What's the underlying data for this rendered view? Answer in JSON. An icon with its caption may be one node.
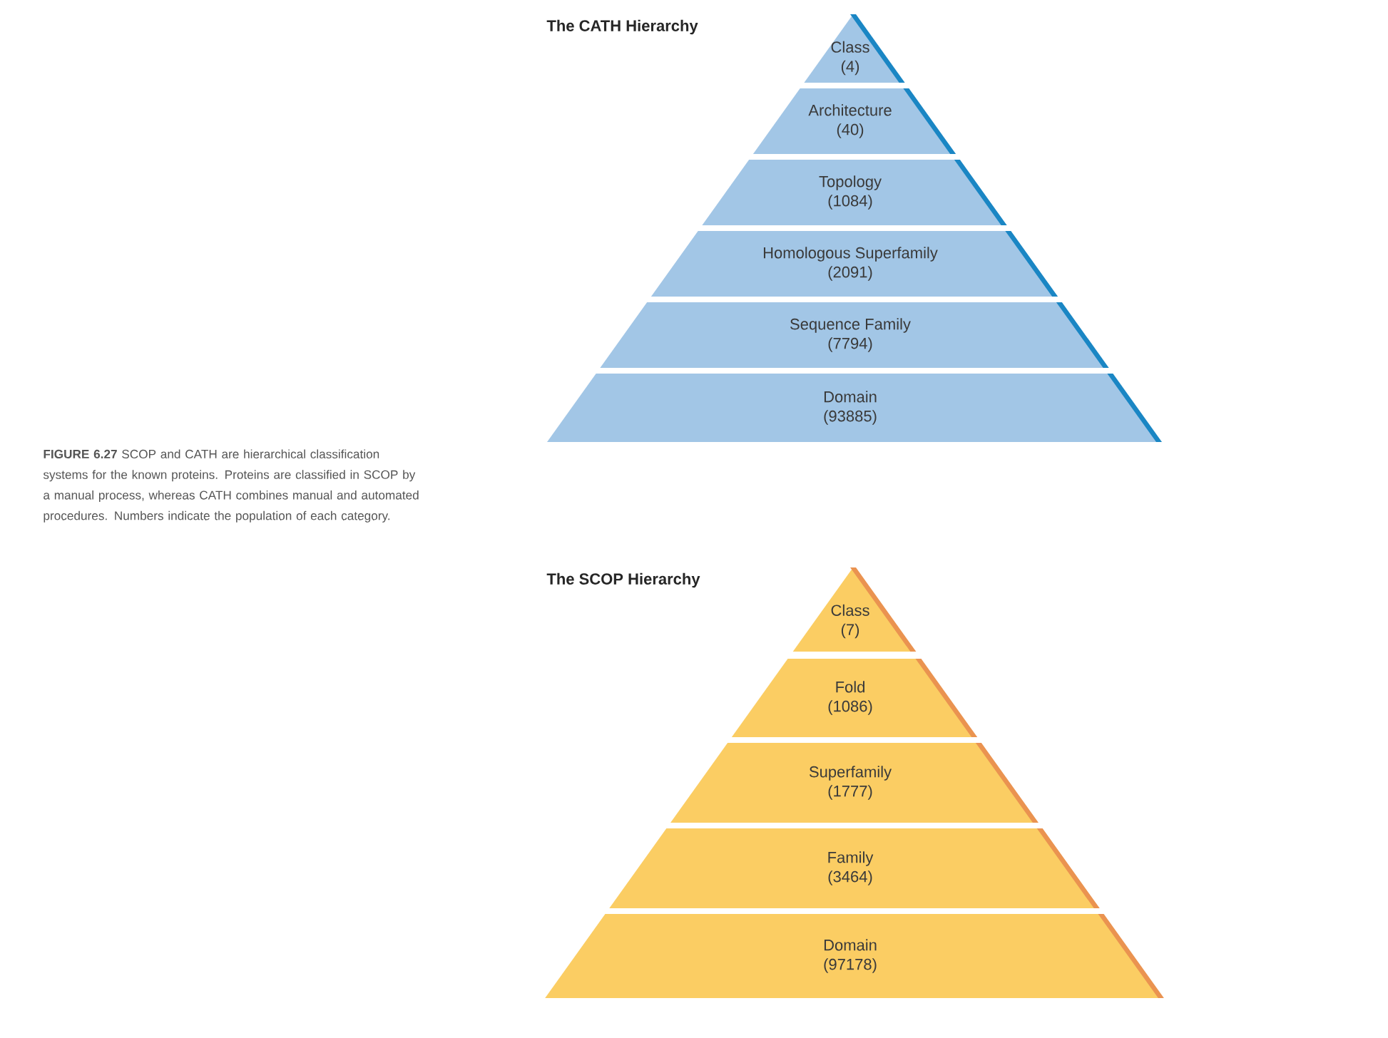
{
  "diagram": {
    "caption": "**FIGURE 6.27** SCOP and CATH are hierarchical classification systems for the known proteins. Proteins are classified in SCOP by a manual process, whereas CATH combines manual and automated procedures. Numbers indicate the population of each category.",
    "nodes": [
      {
        "text": [
          "Class",
          "(4)"
        ]
      },
      {
        "text": [
          "Architecture",
          "(40)"
        ]
      },
      {
        "text": [
          "Topology",
          "(1084)"
        ]
      },
      {
        "text": [
          "Homologous Superfamily",
          "(2091)"
        ]
      },
      {
        "text": [
          "Sequence Family",
          "(7794)"
        ]
      },
      {
        "text": [
          "Domain",
          "(93885)"
        ]
      },
      {
        "text": [
          "Class",
          "(7)"
        ]
      },
      {
        "text": [
          "Fold",
          "(1086)"
        ]
      },
      {
        "text": [
          "Superfamily",
          "(1777)"
        ]
      },
      {
        "text": [
          "Family",
          "(3464)"
        ]
      },
      {
        "text": [
          "Domain",
          "(97178)"
        ]
      }
    ],
    "labels": [
      "The CATH Hierarchy",
      "The SCOP Hierarchy"
    ]
  }
}
